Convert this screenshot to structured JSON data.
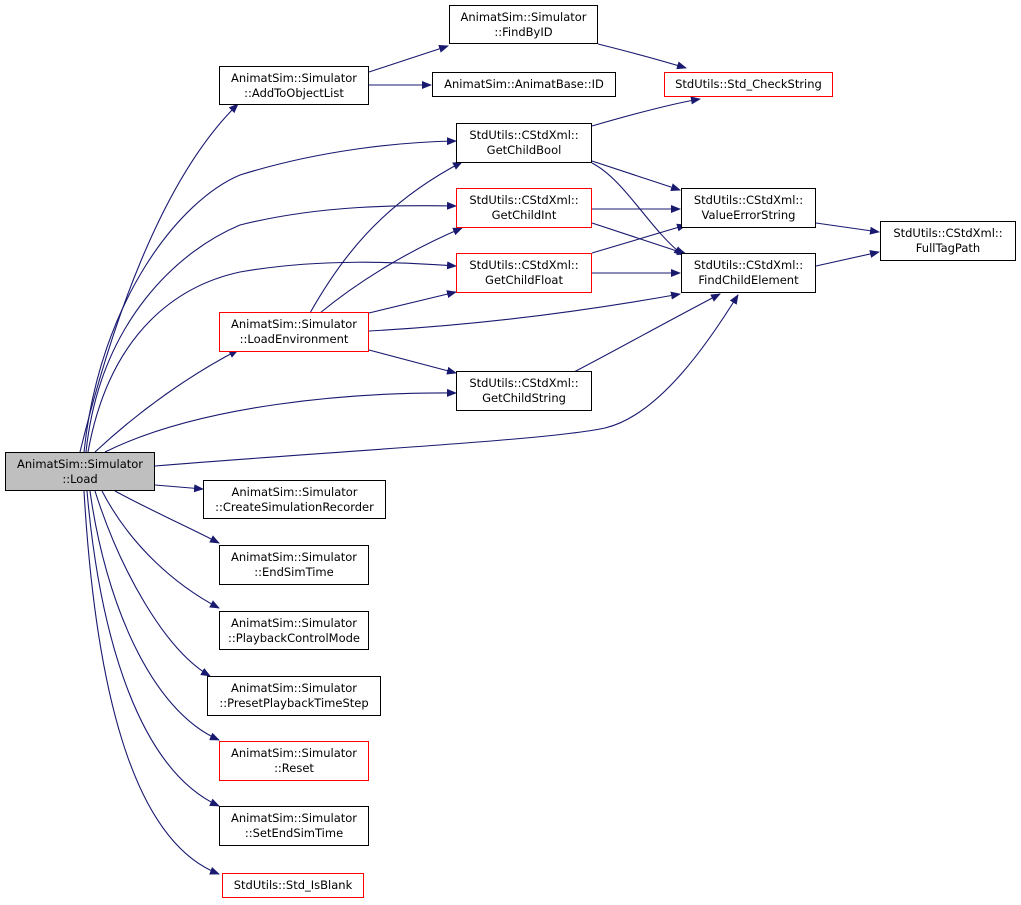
{
  "colors": {
    "edge": "#191970",
    "red_border": "#ff0000",
    "root_fill": "#bfbfbf",
    "node_border": "#000000"
  },
  "nodes": {
    "load": {
      "lines": [
        "AnimatSim::Simulator",
        "::Load"
      ]
    },
    "add_to_object_list": {
      "lines": [
        "AnimatSim::Simulator",
        "::AddToObjectList"
      ]
    },
    "find_by_id": {
      "lines": [
        "AnimatSim::Simulator",
        "::FindByID"
      ]
    },
    "animatbase_id": {
      "lines": [
        "AnimatSim::AnimatBase::ID"
      ]
    },
    "std_check_string": {
      "lines": [
        "StdUtils::Std_CheckString"
      ]
    },
    "get_child_bool": {
      "lines": [
        "StdUtils::CStdXml::",
        "GetChildBool"
      ]
    },
    "get_child_int": {
      "lines": [
        "StdUtils::CStdXml::",
        "GetChildInt"
      ]
    },
    "get_child_float": {
      "lines": [
        "StdUtils::CStdXml::",
        "GetChildFloat"
      ]
    },
    "load_environment": {
      "lines": [
        "AnimatSim::Simulator",
        "::LoadEnvironment"
      ]
    },
    "get_child_string": {
      "lines": [
        "StdUtils::CStdXml::",
        "GetChildString"
      ]
    },
    "value_error_string": {
      "lines": [
        "StdUtils::CStdXml::",
        "ValueErrorString"
      ]
    },
    "find_child_element": {
      "lines": [
        "StdUtils::CStdXml::",
        "FindChildElement"
      ]
    },
    "full_tag_path": {
      "lines": [
        "StdUtils::CStdXml::",
        "FullTagPath"
      ]
    },
    "create_simulation_recorder": {
      "lines": [
        "AnimatSim::Simulator",
        "::CreateSimulationRecorder"
      ]
    },
    "end_sim_time": {
      "lines": [
        "AnimatSim::Simulator",
        "::EndSimTime"
      ]
    },
    "playback_control_mode": {
      "lines": [
        "AnimatSim::Simulator",
        "::PlaybackControlMode"
      ]
    },
    "preset_playback_time_step": {
      "lines": [
        "AnimatSim::Simulator",
        "::PresetPlaybackTimeStep"
      ]
    },
    "reset": {
      "lines": [
        "AnimatSim::Simulator",
        "::Reset"
      ]
    },
    "set_end_sim_time": {
      "lines": [
        "AnimatSim::Simulator",
        "::SetEndSimTime"
      ]
    },
    "std_is_blank": {
      "lines": [
        "StdUtils::Std_IsBlank"
      ]
    }
  }
}
